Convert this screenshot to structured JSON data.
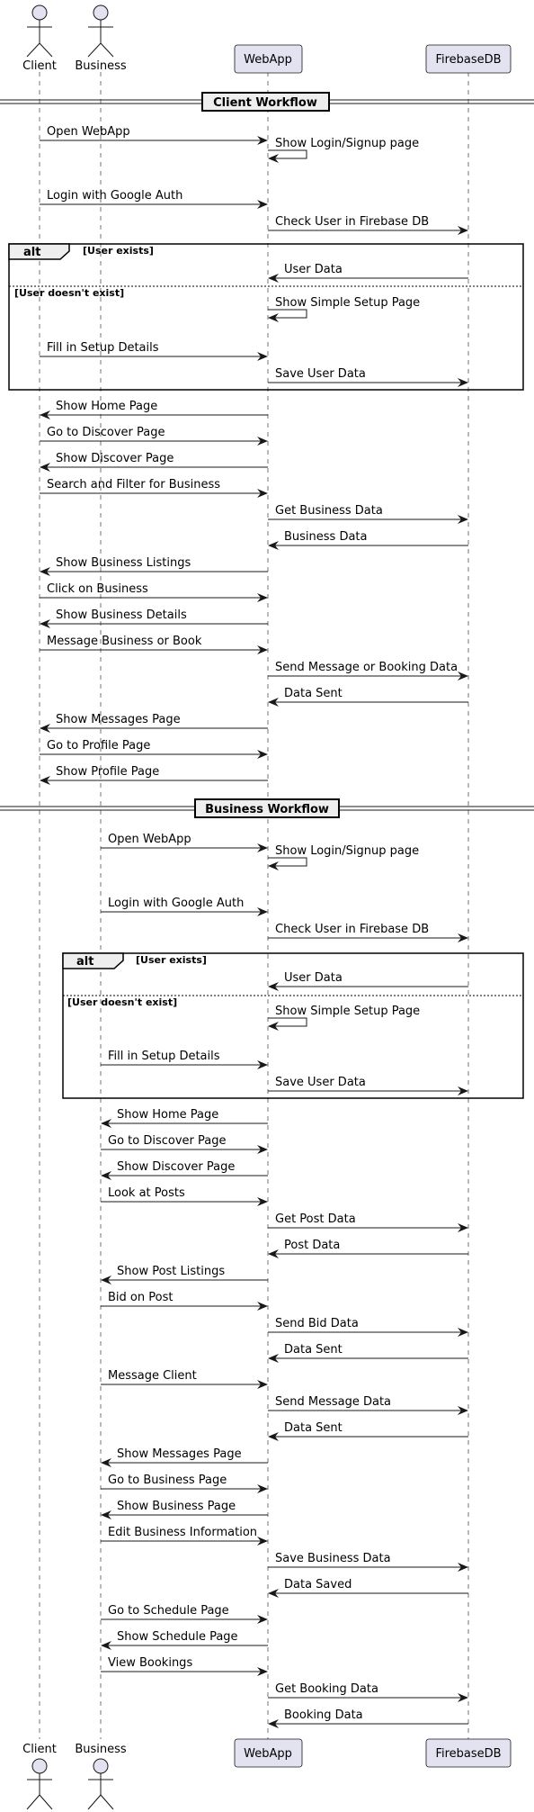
{
  "participants": {
    "client": "Client",
    "business": "Business",
    "webapp": "WebApp",
    "firebase": "FirebaseDB"
  },
  "sections": {
    "client_workflow": "Client Workflow",
    "business_workflow": "Business Workflow"
  },
  "alt": {
    "keyword": "alt",
    "guard_exists": "[User exists]",
    "guard_not_exists": "[User doesn't exist]"
  },
  "messages": {
    "c1": "Open WebApp",
    "c2": "Show Login/Signup page",
    "c3": "Login with Google Auth",
    "c4": "Check User in Firebase DB",
    "c5": "User Data",
    "c6": "Show Simple Setup Page",
    "c7": "Fill in Setup Details",
    "c8": "Save User Data",
    "c9": "Show Home Page",
    "c10": "Go to Discover Page",
    "c11": "Show Discover Page",
    "c12": "Search and Filter for Business",
    "c13": "Get Business Data",
    "c14": "Business Data",
    "c15": "Show Business Listings",
    "c16": "Click on Business",
    "c17": "Show Business Details",
    "c18": "Message Business or Book",
    "c19": "Send Message or Booking Data",
    "c20": "Data Sent",
    "c21": "Show Messages Page",
    "c22": "Go to Profile Page",
    "c23": "Show Profile Page",
    "b1": "Open WebApp",
    "b2": "Show Login/Signup page",
    "b3": "Login with Google Auth",
    "b4": "Check User in Firebase DB",
    "b5": "User Data",
    "b6": "Show Simple Setup Page",
    "b7": "Fill in Setup Details",
    "b8": "Save User Data",
    "b9": "Show Home Page",
    "b10": "Go to Discover Page",
    "b11": "Show Discover Page",
    "b12": "Look at Posts",
    "b13": "Get Post Data",
    "b14": "Post Data",
    "b15": "Show Post Listings",
    "b16": "Bid on Post",
    "b17": "Send Bid Data",
    "b18": "Data Sent",
    "b19": "Message Client",
    "b20": "Send Message Data",
    "b21": "Data Sent",
    "b22": "Show Messages Page",
    "b23": "Go to Business Page",
    "b24": "Show Business Page",
    "b25": "Edit Business Information",
    "b26": "Save Business Data",
    "b27": "Data Saved",
    "b28": "Go to Schedule Page",
    "b29": "Show Schedule Page",
    "b30": "View Bookings",
    "b31": "Get Booking Data",
    "b32": "Booking Data"
  }
}
